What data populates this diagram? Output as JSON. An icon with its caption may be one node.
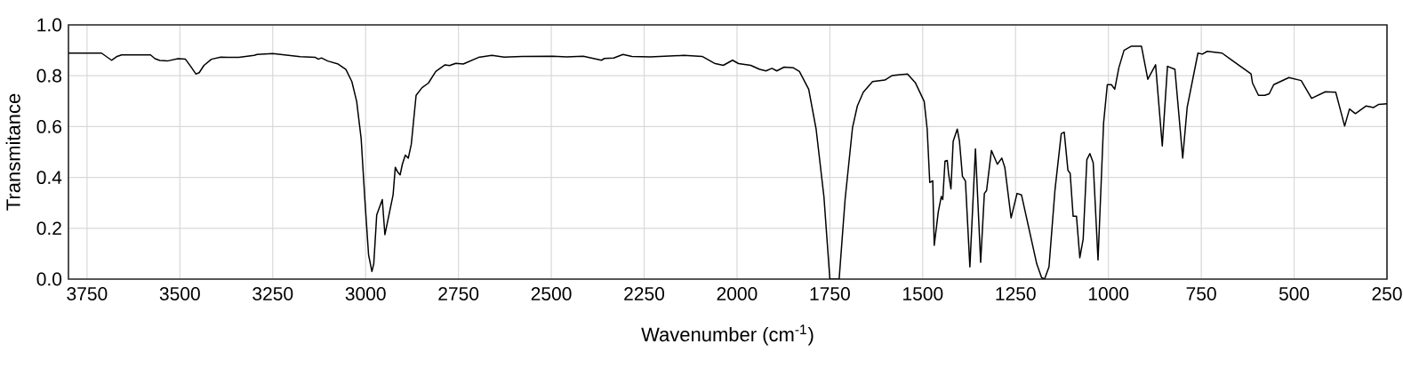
{
  "diagram": {
    "chart_data": {
      "type": "line",
      "xlabel": "Wavenumber (cm$^{-1}$)",
      "ylabel": "Transmitance",
      "x": [
        3800,
        3711,
        3684,
        3669,
        3657,
        3579,
        3567,
        3554,
        3534,
        3505,
        3485,
        3471,
        3457,
        3448,
        3435,
        3415,
        3390,
        3341,
        3300,
        3292,
        3250,
        3176,
        3135,
        3127,
        3119,
        3102,
        3074,
        3053,
        3037,
        3024,
        3012,
        3002,
        2992,
        2983,
        2978,
        2970,
        2955,
        2948,
        2926,
        2920,
        2914,
        2907,
        2901,
        2893,
        2885,
        2877,
        2864,
        2848,
        2831,
        2811,
        2786,
        2774,
        2757,
        2737,
        2696,
        2660,
        2627,
        2578,
        2496,
        2459,
        2414,
        2365,
        2357,
        2332,
        2307,
        2283,
        2234,
        2143,
        2094,
        2061,
        2037,
        2012,
        1996,
        1963,
        1939,
        1922,
        1906,
        1893,
        1873,
        1848,
        1832,
        1807,
        1787,
        1766,
        1750,
        1725,
        1709,
        1689,
        1676,
        1660,
        1635,
        1602,
        1582,
        1561,
        1541,
        1520,
        1496,
        1488,
        1481,
        1473,
        1469,
        1458,
        1450,
        1446,
        1440,
        1434,
        1430,
        1424,
        1418,
        1407,
        1401,
        1393,
        1385,
        1373,
        1358,
        1344,
        1334,
        1328,
        1315,
        1299,
        1287,
        1279,
        1262,
        1246,
        1234,
        1193,
        1180,
        1172,
        1160,
        1144,
        1127,
        1119,
        1109,
        1103,
        1095,
        1086,
        1077,
        1068,
        1058,
        1050,
        1041,
        1028,
        1013,
        1003,
        992,
        983,
        972,
        958,
        939,
        911,
        894,
        873,
        855,
        841,
        821,
        800,
        788,
        759,
        747,
        734,
        694,
        673,
        616,
        612,
        596,
        579,
        567,
        555,
        514,
        481,
        453,
        416,
        388,
        375,
        364,
        351,
        335,
        306,
        286,
        273,
        250
      ],
      "series": [
        {
          "color": "#000000",
          "values": [
            0.889,
            0.889,
            0.861,
            0.876,
            0.882,
            0.882,
            0.867,
            0.86,
            0.858,
            0.867,
            0.865,
            0.837,
            0.807,
            0.812,
            0.841,
            0.865,
            0.873,
            0.872,
            0.88,
            0.884,
            0.887,
            0.875,
            0.872,
            0.865,
            0.87,
            0.858,
            0.846,
            0.825,
            0.777,
            0.699,
            0.554,
            0.313,
            0.096,
            0.03,
            0.06,
            0.253,
            0.313,
            0.175,
            0.331,
            0.44,
            0.422,
            0.41,
            0.452,
            0.488,
            0.476,
            0.53,
            0.723,
            0.753,
            0.771,
            0.817,
            0.843,
            0.84,
            0.849,
            0.846,
            0.872,
            0.88,
            0.873,
            0.876,
            0.877,
            0.874,
            0.877,
            0.861,
            0.868,
            0.87,
            0.884,
            0.876,
            0.874,
            0.88,
            0.876,
            0.849,
            0.841,
            0.861,
            0.848,
            0.841,
            0.825,
            0.819,
            0.829,
            0.819,
            0.834,
            0.831,
            0.817,
            0.747,
            0.59,
            0.325,
            0.0,
            0.0,
            0.313,
            0.596,
            0.681,
            0.735,
            0.777,
            0.783,
            0.801,
            0.804,
            0.807,
            0.773,
            0.699,
            0.59,
            0.38,
            0.387,
            0.133,
            0.265,
            0.325,
            0.313,
            0.464,
            0.467,
            0.41,
            0.355,
            0.542,
            0.59,
            0.542,
            0.404,
            0.386,
            0.048,
            0.512,
            0.066,
            0.337,
            0.349,
            0.506,
            0.452,
            0.476,
            0.44,
            0.241,
            0.337,
            0.331,
            0.06,
            0.006,
            0.0,
            0.048,
            0.349,
            0.572,
            0.578,
            0.428,
            0.416,
            0.247,
            0.247,
            0.084,
            0.157,
            0.47,
            0.494,
            0.458,
            0.075,
            0.614,
            0.765,
            0.765,
            0.747,
            0.831,
            0.9,
            0.916,
            0.916,
            0.786,
            0.843,
            0.524,
            0.837,
            0.825,
            0.476,
            0.675,
            0.889,
            0.885,
            0.896,
            0.889,
            0.867,
            0.807,
            0.771,
            0.723,
            0.723,
            0.729,
            0.765,
            0.793,
            0.781,
            0.711,
            0.737,
            0.735,
            0.663,
            0.602,
            0.669,
            0.651,
            0.681,
            0.675,
            0.687,
            0.69
          ]
        }
      ],
      "xlim": [
        3800,
        250
      ],
      "ylim": [
        0,
        1
      ],
      "grid": true,
      "xticks": [
        3750,
        3500,
        3250,
        3000,
        2750,
        2500,
        2250,
        2000,
        1750,
        1500,
        1250,
        1000,
        750,
        500,
        250
      ],
      "yticks": [
        {
          "value": 0,
          "label": "0.0"
        },
        {
          "value": 0.2,
          "label": "0.2"
        },
        {
          "value": 0.4,
          "label": "0.4"
        },
        {
          "value": 0.6,
          "label": "0.6"
        },
        {
          "value": 0.8,
          "label": "0.8"
        },
        {
          "value": 1,
          "label": "1.0"
        }
      ]
    }
  }
}
